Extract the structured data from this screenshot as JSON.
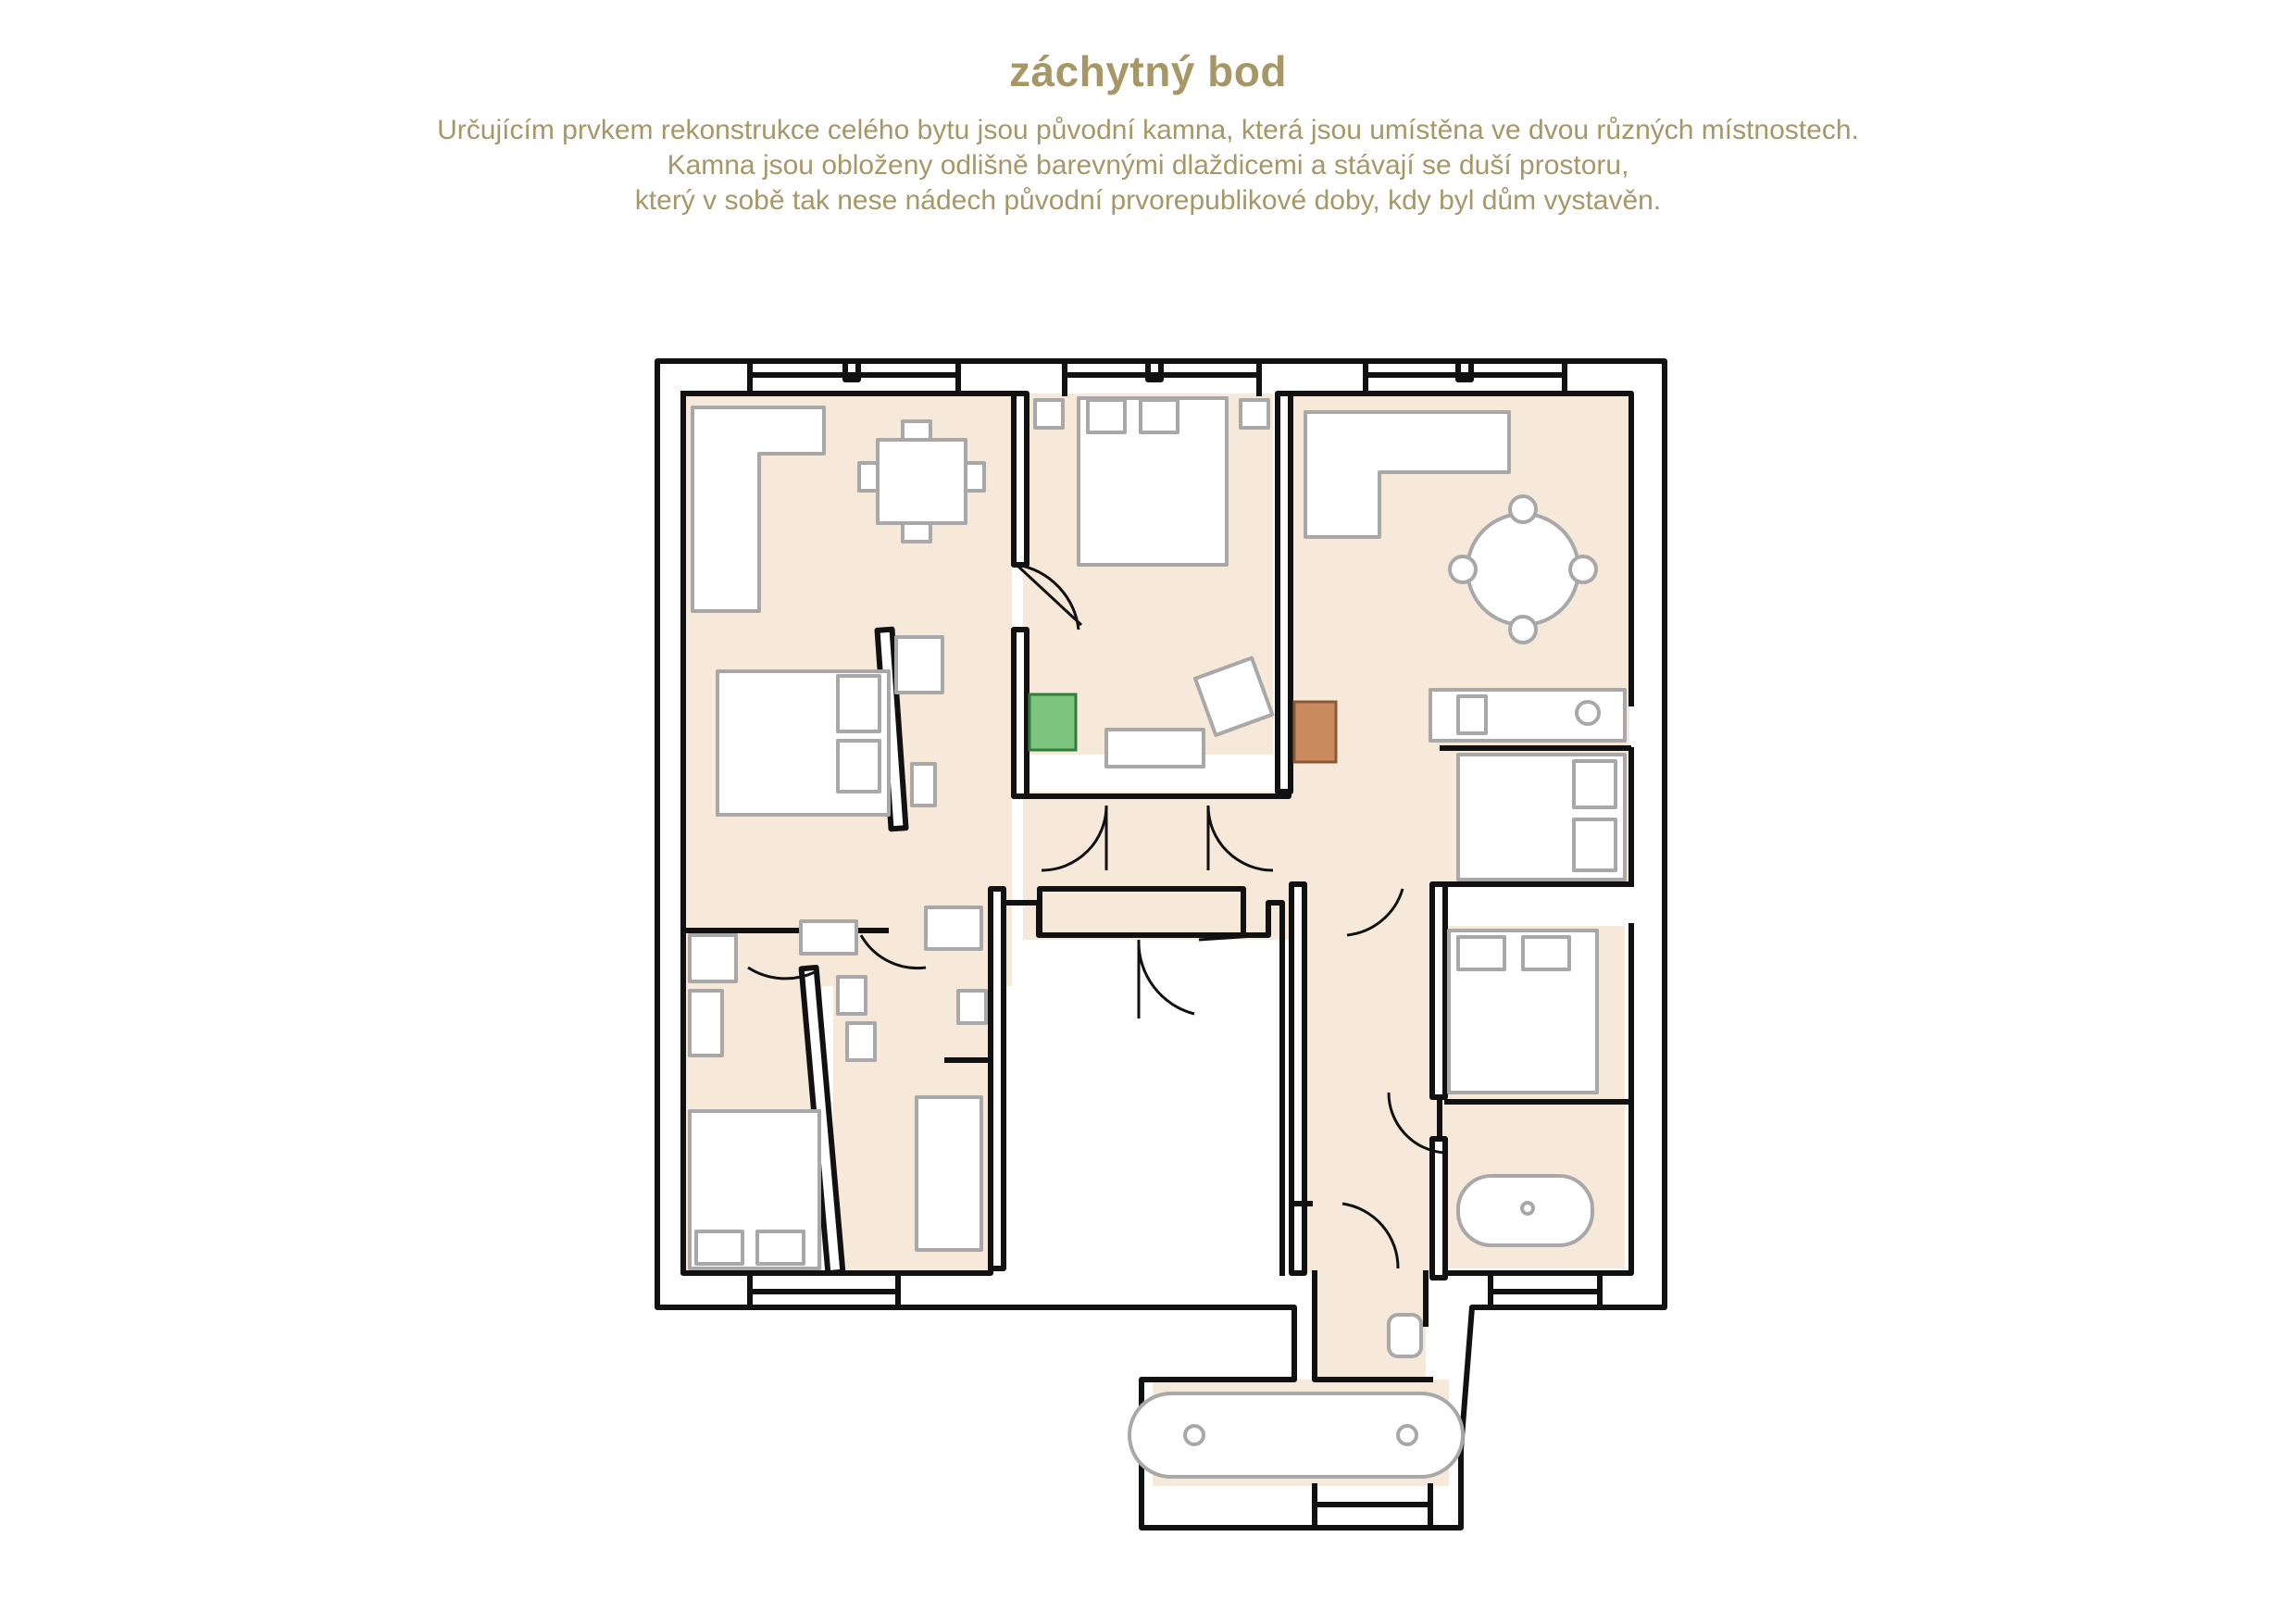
{
  "title": "záchytný bod",
  "description": [
    "Určujícím prvkem rekonstrukce celého bytu jsou původní kamna, která jsou umístěna ve dvou různých místnostech.",
    "Kamna jsou obloženy odlišně barevnými dlaždicemi a stávají se duší prostoru,",
    "který v sobě tak nese nádech původní prvorepublikové doby, kdy byl dům vystavěn."
  ],
  "colors": {
    "title_text": "#a79766",
    "floor": "#f6e9da",
    "wall": "#111111",
    "furniture_outline": "#a8a8a8",
    "stove_green": "#7cc47f",
    "stove_brown": "#c98a5e"
  },
  "icons": [
    "stove-green-tiled",
    "stove-brown-tiled",
    "bed",
    "sofa",
    "dining-table",
    "bathtub",
    "toilet",
    "sink",
    "kitchen-counter",
    "armchair",
    "desk",
    "door-swing"
  ]
}
